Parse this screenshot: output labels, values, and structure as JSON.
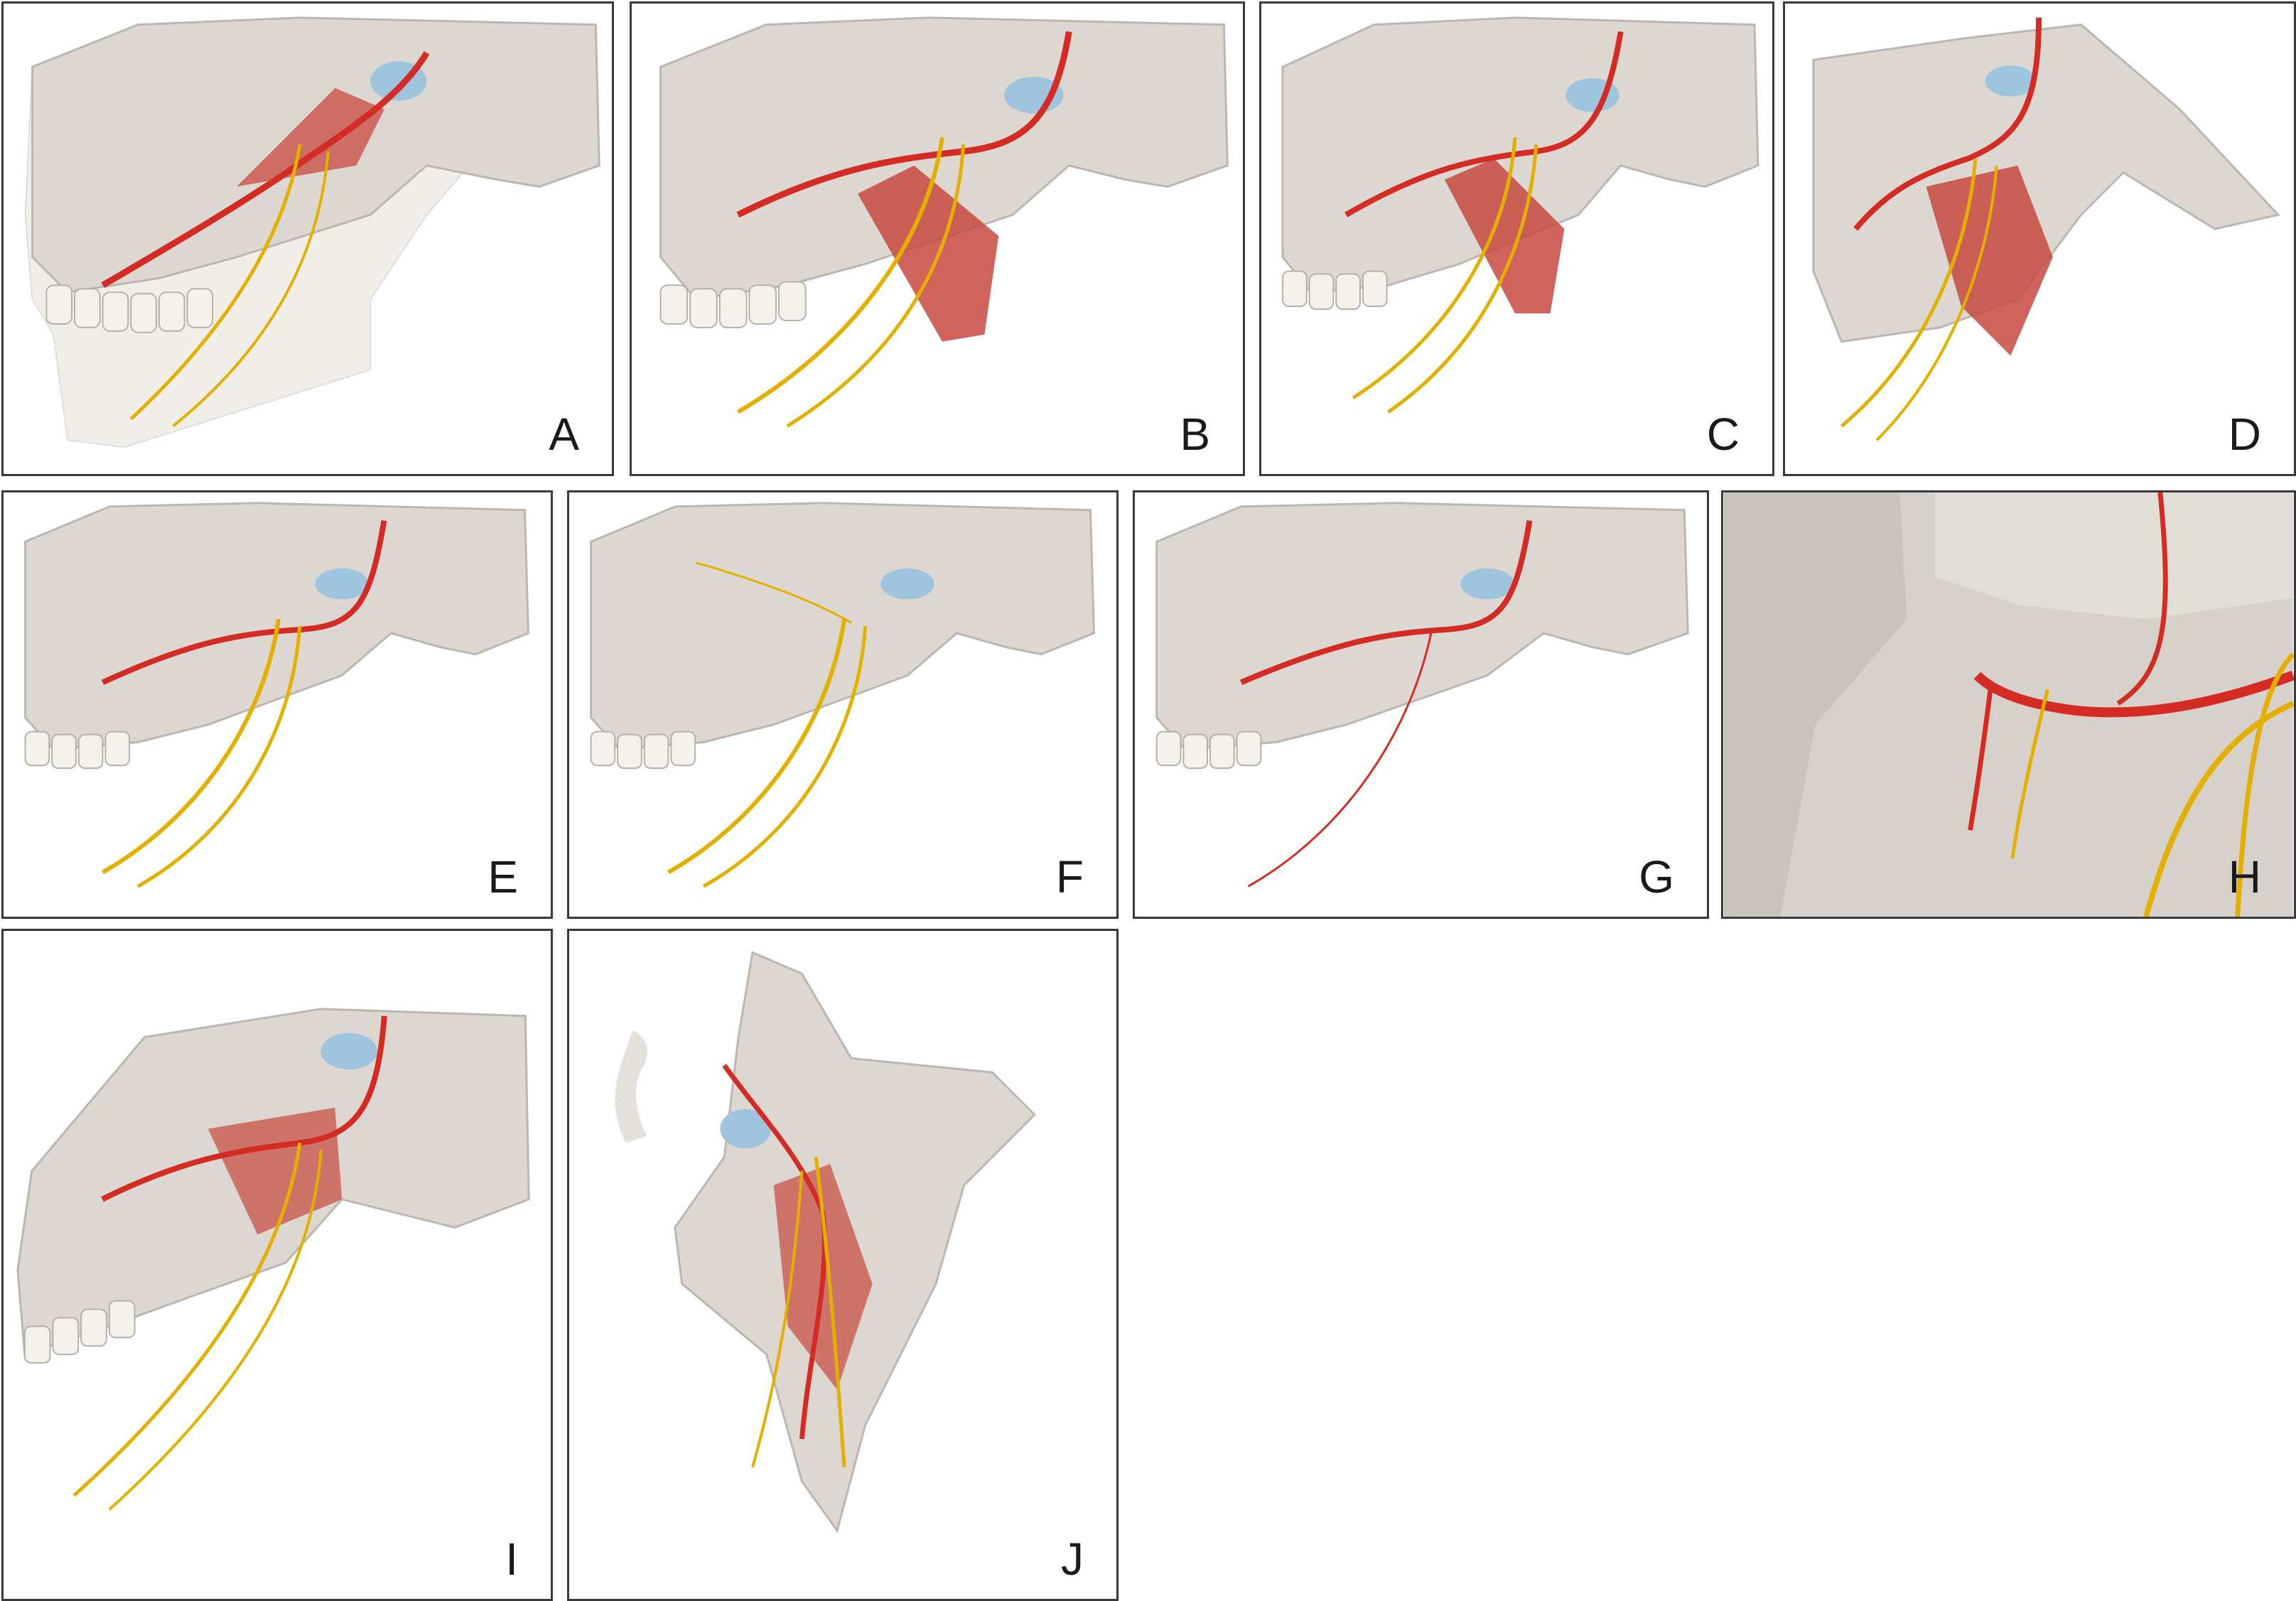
{
  "panels": [
    {
      "id": "A",
      "label": "A",
      "view": "lateral-skull-with-transparent-mandible"
    },
    {
      "id": "B",
      "label": "B",
      "view": "lateral-skull-muscle-nerves-arteries"
    },
    {
      "id": "C",
      "label": "C",
      "view": "lateral-skull-muscle-nerves-arteries"
    },
    {
      "id": "D",
      "label": "D",
      "view": "oblique-skull-muscle-nerves-arteries"
    },
    {
      "id": "E",
      "label": "E",
      "view": "lateral-skull-nerves-arteries"
    },
    {
      "id": "F",
      "label": "F",
      "view": "lateral-skull-nerves-only"
    },
    {
      "id": "G",
      "label": "G",
      "view": "lateral-skull-arteries-only"
    },
    {
      "id": "H",
      "label": "H",
      "view": "close-up-pterygopalatine-region"
    },
    {
      "id": "I",
      "label": "I",
      "view": "oblique-skull-with-muscle"
    },
    {
      "id": "J",
      "label": "J",
      "view": "inferior-oblique-skull-with-muscle"
    }
  ],
  "colors": {
    "bone": "#dcd7d1",
    "bone_shadow": "#bdb6ae",
    "artery": "#d42c24",
    "nerve": "#e3b000",
    "muscle": "#c8493f",
    "cartilage": "#9fc4dd",
    "border": "#3a3a3a"
  }
}
